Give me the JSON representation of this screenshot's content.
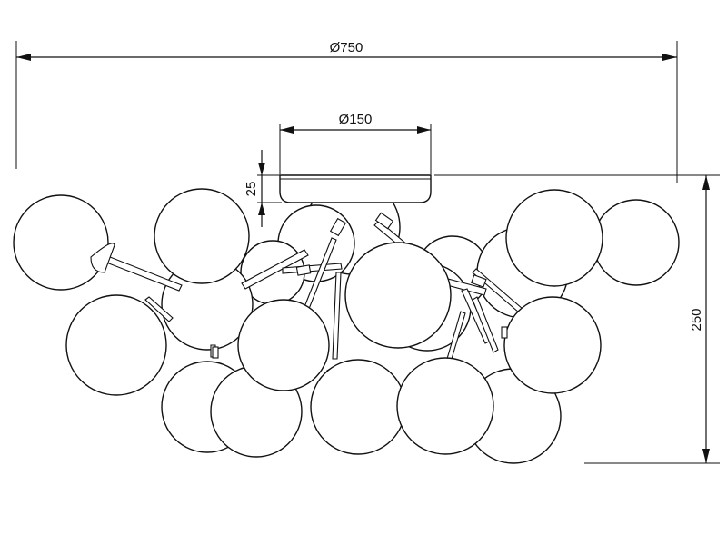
{
  "dimensions": {
    "overall_diameter": "Ø750",
    "canopy_diameter": "Ø150",
    "canopy_height": "25",
    "overall_height": "250"
  },
  "colors": {
    "line": "#111111",
    "background": "#ffffff"
  }
}
